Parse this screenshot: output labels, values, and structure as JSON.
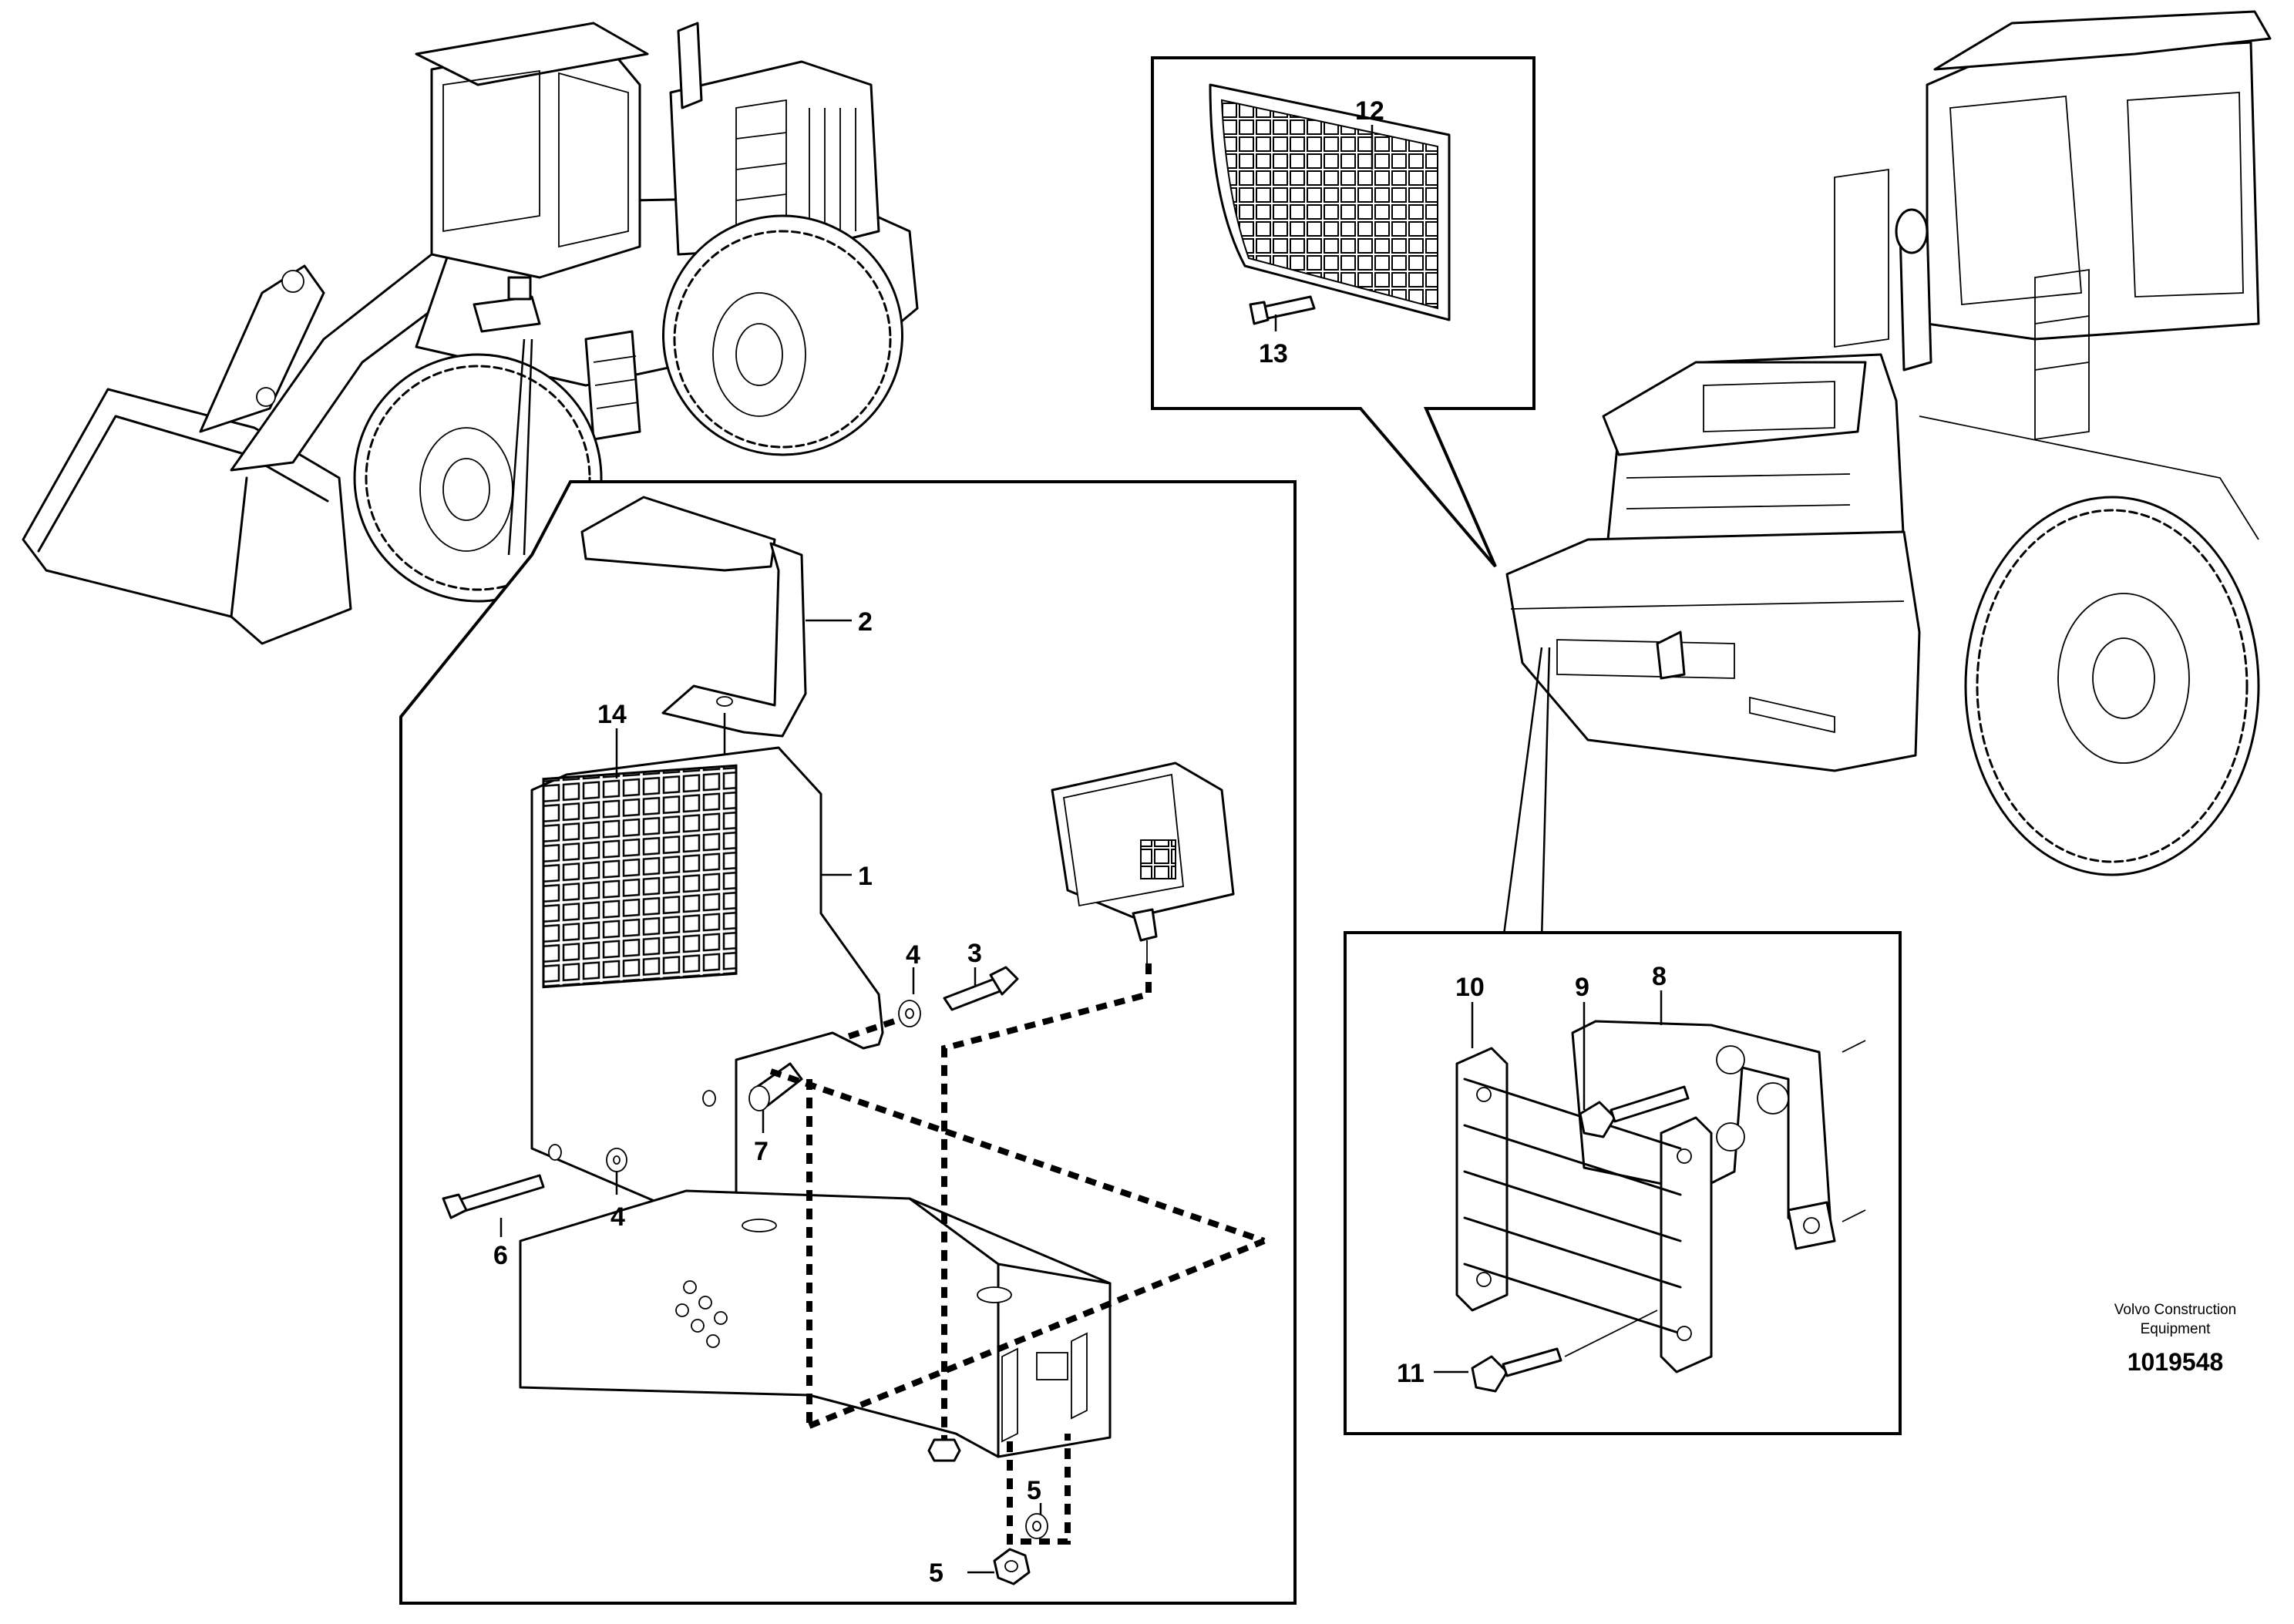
{
  "callouts": {
    "c1": "1",
    "c2": "2",
    "c3": "3",
    "c4a": "4",
    "c4b": "4",
    "c5a": "5",
    "c5b": "5",
    "c6": "6",
    "c7": "7",
    "c8": "8",
    "c9": "9",
    "c10": "10",
    "c11": "11",
    "c12": "12",
    "c13": "13",
    "c14": "14"
  },
  "brand": {
    "line1": "Volvo Construction",
    "line2": "Equipment"
  },
  "document_number": "1019548",
  "icons": [
    "wheel-loader-rear-view",
    "wheel-loader-front-view",
    "work-lamp",
    "grille-guard",
    "bracket"
  ]
}
